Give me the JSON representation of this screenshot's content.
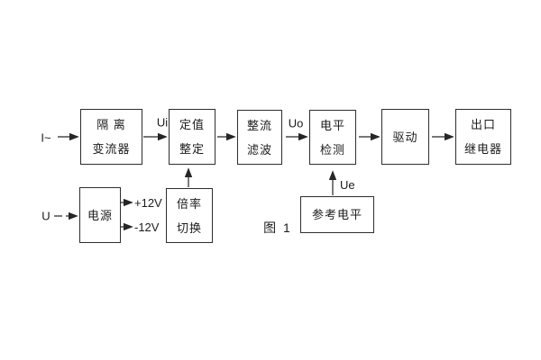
{
  "figure": {
    "caption": "图 1"
  },
  "diagram": {
    "boxes": [
      {
        "id": "isolation-transformer",
        "line1": "隔 离",
        "line2": "变流器"
      },
      {
        "id": "setpoint-adjust",
        "line1": "定值",
        "line2": "整定"
      },
      {
        "id": "rectifier-filter",
        "line1": "整流",
        "line2": "滤波"
      },
      {
        "id": "level-detector",
        "line1": "电平",
        "line2": "检测"
      },
      {
        "id": "driver",
        "line1": "驱动"
      },
      {
        "id": "output-relay",
        "line1": "出口",
        "line2": "继电器"
      },
      {
        "id": "power-supply",
        "line1": "电源"
      },
      {
        "id": "ratio-switch",
        "line1": "倍率",
        "line2": "切换"
      },
      {
        "id": "reference-level",
        "line1": "参考电平"
      }
    ],
    "labels": {
      "input_current": "I~",
      "input_voltage": "U",
      "ui": "Ui",
      "uo": "Uo",
      "ue": "Ue",
      "plus12v": "+12V",
      "minus12v": "-12V"
    },
    "colors": {
      "line": "#262626",
      "background": "#ffffff"
    }
  }
}
